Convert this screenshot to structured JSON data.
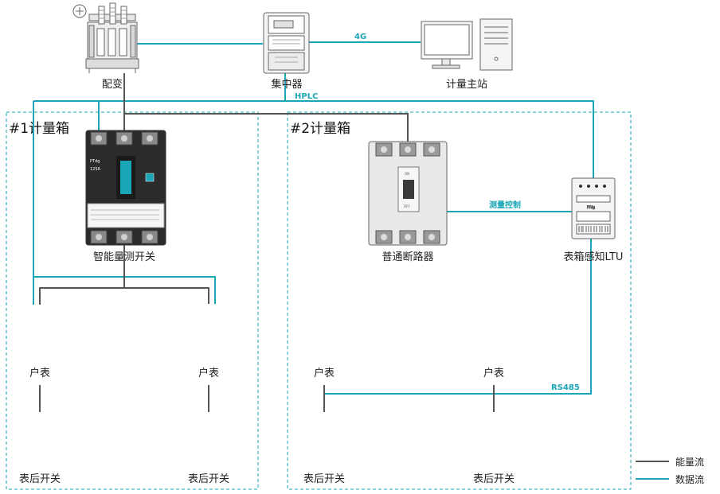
{
  "colors": {
    "energy": "#555555",
    "data": "#1aa6b7",
    "box_border": "#1aa6b7"
  },
  "nodes": {
    "transformer": "配变",
    "concentrator": "集中器",
    "master_station": "计量主站",
    "smart_switch": "智能量测开关",
    "breaker": "普通断路器",
    "ltu": "表箱感知LTU",
    "meter_1": "户表",
    "meter_2": "户表",
    "meter_3": "户表",
    "meter_4": "户表",
    "rear_switch_1": "表后开关",
    "rear_switch_2": "表后开关",
    "rear_switch_3": "表后开关",
    "rear_switch_4": "表后开关"
  },
  "boxes": {
    "box1_title": "#1计量箱",
    "box2_title": "#2计量箱"
  },
  "links": {
    "g4": "4G",
    "hplc": "HPLC",
    "measure_control": "测量控制",
    "rs485": "RS485"
  },
  "legend": {
    "energy_flow": "能量流",
    "data_flow": "数据流"
  },
  "device_text": {
    "brand": "PTdg",
    "rating": "125A",
    "on": "ON",
    "off": "OFF"
  }
}
